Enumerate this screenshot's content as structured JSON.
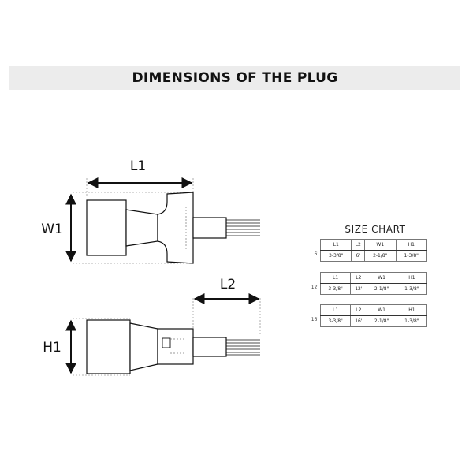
{
  "header": {
    "title": "DIMENSIONS OF THE PLUG"
  },
  "diagram": {
    "labels": {
      "l1": "L1",
      "w1": "W1",
      "l2": "L2",
      "h1": "H1"
    }
  },
  "size_chart": {
    "title": "SIZE CHART",
    "columns": [
      "L1",
      "L2",
      "W1",
      "H1"
    ],
    "rows": [
      {
        "size": "6'",
        "values": [
          "3-3/8\"",
          "6'",
          "2-1/8\"",
          "1-3/8\""
        ]
      },
      {
        "size": "12'",
        "values": [
          "3-3/8\"",
          "12'",
          "2-1/8\"",
          "1-3/8\""
        ]
      },
      {
        "size": "16'",
        "values": [
          "3-3/8\"",
          "16'",
          "2-1/8\"",
          "1-3/8\""
        ]
      }
    ]
  },
  "colors": {
    "line": "#111111",
    "banner_bg": "#ececec",
    "dashed": "#9a9a9a"
  }
}
